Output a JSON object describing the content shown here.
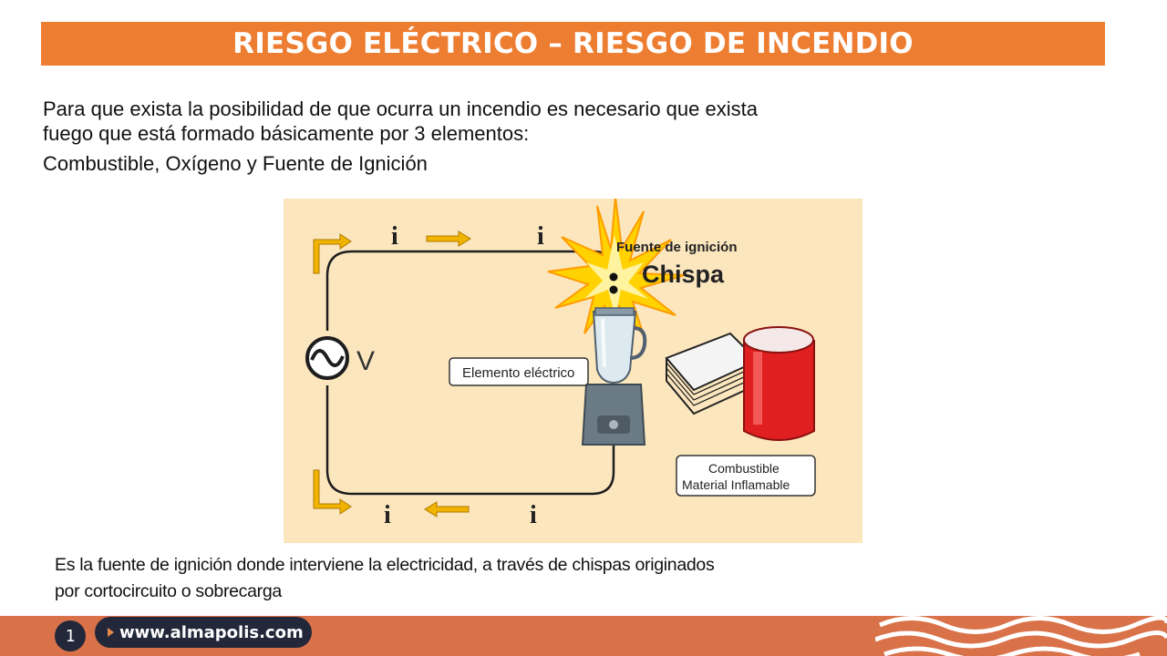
{
  "slide": {
    "title": "RIESGO ELÉCTRICO – RIESGO DE INCENDIO",
    "intro": {
      "line1": "Para que exista la posibilidad de que ocurra un incendio es necesario que exista",
      "line2": "fuego que está formado básicamente por 3 elementos:",
      "line3": "Combustible, Oxígeno y Fuente de Ignición"
    },
    "caption": {
      "line1": "Es la fuente de ignición donde interviene la electricidad,  a través de chispas originados",
      "line2": "por cortocircuito  o sobrecarga"
    }
  },
  "diagram": {
    "current_label": "i",
    "voltage_label": "V",
    "ignition_label": "Fuente de ignición",
    "spark_label": "Chispa",
    "electric_element_label": "Elemento eléctrico",
    "fuel_label_1": "Combustible",
    "fuel_label_2": "Material Inflamable",
    "colors": {
      "background": "#FBE6BE",
      "wire": "#1E1E1E",
      "arrow": "#F0B400",
      "spark": "#FFD200",
      "cylinder": "#E02020"
    }
  },
  "footer": {
    "page_number": "1",
    "url": "www.almapolis.com",
    "colors": {
      "bar": "#D97149",
      "pill": "#22283A"
    }
  },
  "theme": {
    "accent": "#ED7D31"
  }
}
